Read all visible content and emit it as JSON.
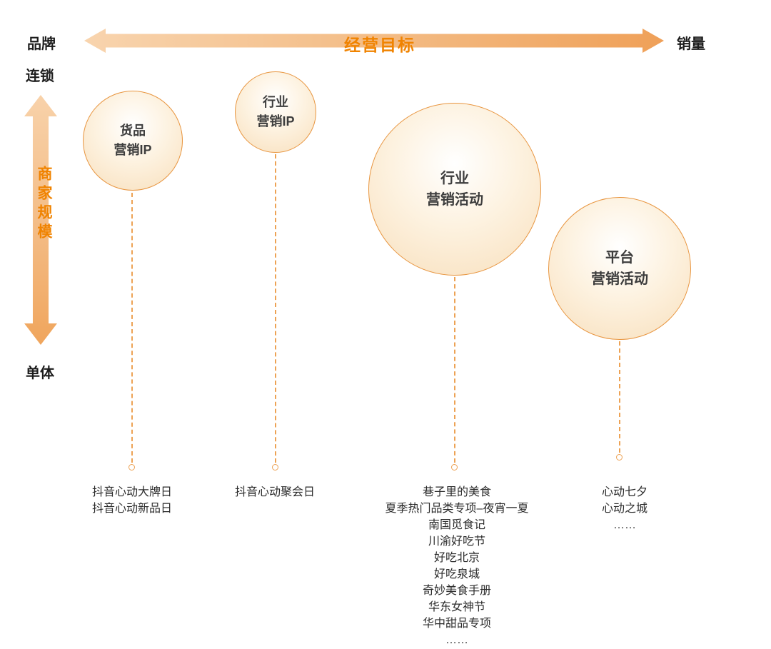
{
  "axes": {
    "horizontal": {
      "title": "经营目标",
      "left_label": "品牌",
      "right_label": "销量"
    },
    "vertical": {
      "title": "商家规模",
      "top_label": "连锁",
      "bottom_label": "单体"
    }
  },
  "bubbles": [
    {
      "label": "货品\n营销IP",
      "items": [
        "抖音心动大牌日",
        "抖音心动新品日"
      ]
    },
    {
      "label": "行业\n营销IP",
      "items": [
        "抖音心动聚会日"
      ]
    },
    {
      "label": "行业\n营销活动",
      "items": [
        "巷子里的美食",
        "夏季热门品类专项–夜宵一夏",
        "南国觅食记",
        "川渝好吃节",
        "好吃北京",
        "好吃泉城",
        "奇妙美食手册",
        "华东女神节",
        "华中甜品专项",
        "……"
      ]
    },
    {
      "label": "平台\n营销活动",
      "items": [
        "心动七夕",
        "心动之城",
        "……"
      ]
    }
  ],
  "colors": {
    "accent": "#F08300",
    "arrow_gradient_start": "#F8D4AE",
    "arrow_gradient_end": "#EFA058",
    "bubble_border": "#E8953F",
    "bubble_fill": "#F8DFBC",
    "connector": "#EDA254"
  }
}
